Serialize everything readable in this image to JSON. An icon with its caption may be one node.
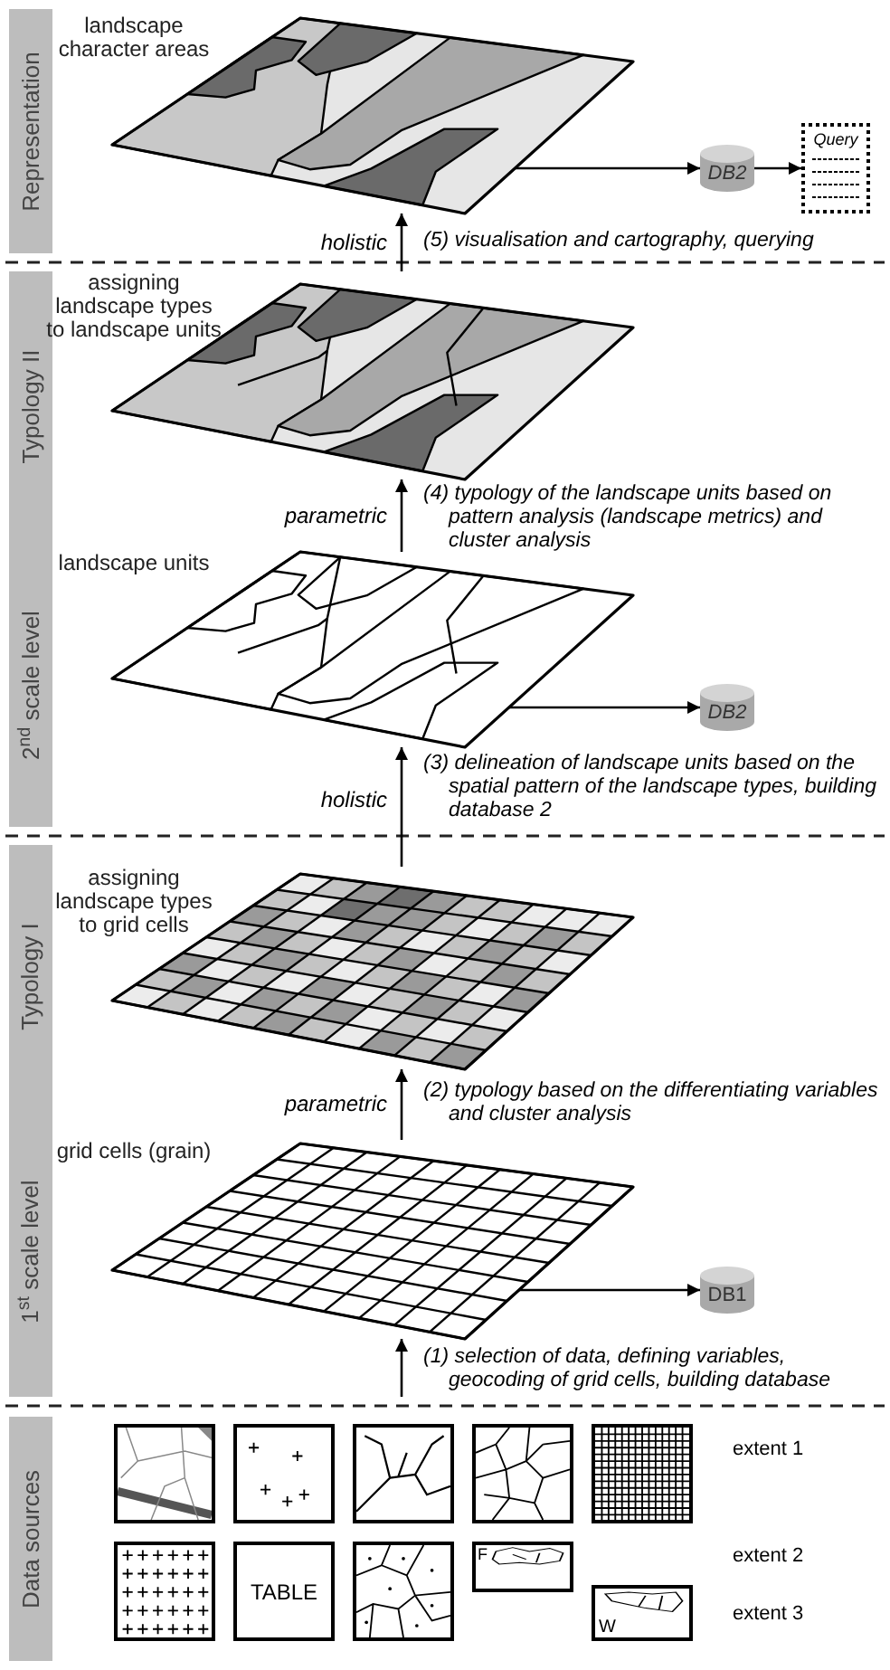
{
  "diagram": {
    "nodes": [
      {
        "text": [
          "Representation"
        ]
      },
      {
        "text": [
          "landscape character areas"
        ]
      },
      {
        "text": [
          "DB2"
        ]
      },
      {
        "text": [
          "Query"
        ]
      },
      {
        "text": [
          "Typology II"
        ]
      },
      {
        "text": [
          "assigning landscape types to landscape units"
        ]
      },
      {
        "text": [
          "2$^{nd}$ scale level"
        ]
      },
      {
        "text": [
          "landscape units"
        ]
      },
      {
        "text": [
          "DB2"
        ]
      },
      {
        "text": [
          "Typology I"
        ]
      },
      {
        "text": [
          "assigning landscape types to grid cells"
        ]
      },
      {
        "text": [
          "1$^{st}$ scale level"
        ]
      },
      {
        "text": [
          "grid cells (grain)"
        ]
      },
      {
        "text": [
          "DB1"
        ]
      },
      {
        "text": [
          "Data sources"
        ]
      },
      {
        "text": [],
        "shape": "picture"
      },
      {
        "text": [],
        "shape": "picture"
      },
      {
        "text": [],
        "shape": "picture"
      },
      {
        "text": [],
        "shape": "picture"
      },
      {
        "text": [],
        "shape": "picture"
      },
      {
        "text": [],
        "shape": "picture"
      },
      {
        "text": [
          "TABLE"
        ]
      },
      {
        "text": [],
        "shape": "picture"
      },
      {
        "text": [
          "F"
        ]
      },
      {
        "text": [
          "W"
        ]
      }
    ],
    "edges": [
      {
        "from": null,
        "to": 12,
        "arrow": "to"
      },
      {
        "from": 12,
        "to": 13,
        "arrow": "to"
      },
      {
        "from": 12,
        "to": 10,
        "arrow": "to",
        "label": "parametric"
      },
      {
        "from": 10,
        "to": 7,
        "arrow": "to",
        "label": "holistic"
      },
      {
        "from": 7,
        "to": 8,
        "arrow": "to"
      },
      {
        "from": 7,
        "to": 5,
        "arrow": "to",
        "label": "parametric"
      },
      {
        "from": 5,
        "to": 1,
        "arrow": "to",
        "label": "holistic"
      },
      {
        "from": 1,
        "to": 2,
        "arrow": "to"
      },
      {
        "from": 2,
        "to": 3,
        "arrow": "to"
      }
    ],
    "labels": [
      "(5) visualisation and cartography, querying",
      "(4) typology of the landscape units based on pattern analysis (landscape metrics) and cluster analysis",
      "(3) delineation of landscape units based on the spatial pattern of the landscape types, building database 2",
      "(2) typology based on the differentiating variables and cluster analysis",
      "(1) selection of data, defining variables, geocoding of grid cells, building database",
      "extent 1",
      "extent 2",
      "extent 3"
    ]
  }
}
